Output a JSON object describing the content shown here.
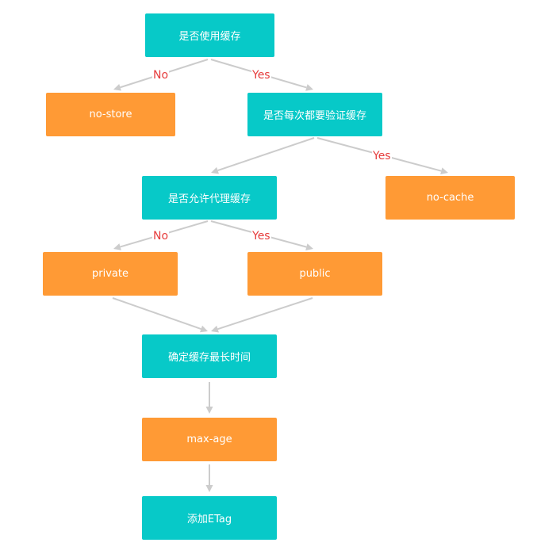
{
  "colors": {
    "decision": "#07c9c8",
    "result": "#ff9a35",
    "edge": "#cccccc",
    "edge_label": "#e63d3d"
  },
  "nodes": {
    "use_cache": "是否使用缓存",
    "no_store": "no-store",
    "revalidate": "是否每次都要验证缓存",
    "proxy_cache": "是否允许代理缓存",
    "no_cache": "no-cache",
    "private": "private",
    "public": "public",
    "max_age_decide": "确定缓存最长时间",
    "max_age": "max-age",
    "etag": "添加ETag"
  },
  "edge_labels": {
    "use_cache_no": "No",
    "use_cache_yes": "Yes",
    "revalidate_yes": "Yes",
    "proxy_no": "No",
    "proxy_yes": "Yes"
  }
}
